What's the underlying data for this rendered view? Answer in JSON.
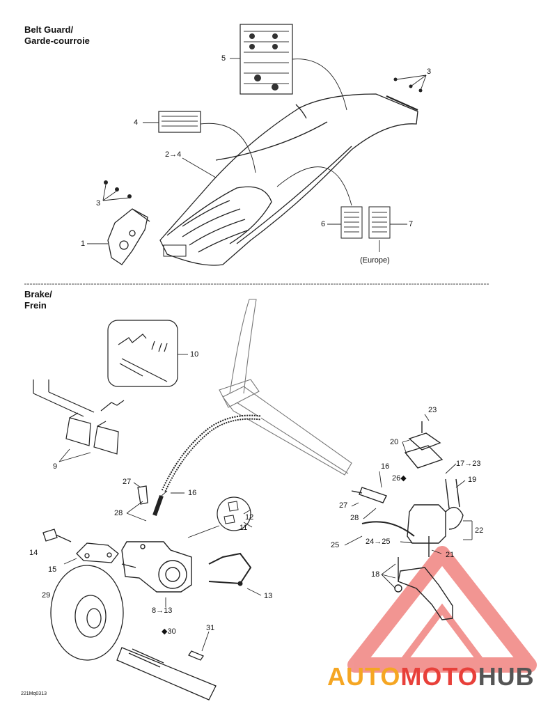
{
  "sections": {
    "belt_guard": {
      "title_line1": "Belt Guard/",
      "title_line2": "Garde-courroie"
    },
    "brake": {
      "title_line1": "Brake/",
      "title_line2": "Frein"
    }
  },
  "callouts": {
    "c1": "1",
    "c2": "2→4",
    "c3a": "3",
    "c3b": "3",
    "c4": "4",
    "c5": "5",
    "c6": "6",
    "c7": "7",
    "europe": "(Europe)",
    "c8": "8→13",
    "c9": "9",
    "c10": "10",
    "c11": "11",
    "c12": "12",
    "c13": "13",
    "c14": "14",
    "c15": "15",
    "c16a": "16",
    "c16b": "16",
    "c17": "17→23",
    "c18": "18",
    "c19": "19",
    "c20": "20",
    "c21": "21",
    "c22": "22",
    "c23": "23",
    "c24": "24→25",
    "c25": "25",
    "c26": "26",
    "c27a": "27",
    "c27b": "27",
    "c28a": "28",
    "c28b": "28",
    "c29": "29",
    "c30": "30",
    "c31": "31"
  },
  "figure_code": "221Mq0313",
  "watermark": {
    "part1": "AUTO",
    "part2": "MOTO",
    "part3": "HUB",
    "colors": {
      "part1": "#f5a623",
      "part2": "#e8403a",
      "part3": "#555555"
    }
  }
}
